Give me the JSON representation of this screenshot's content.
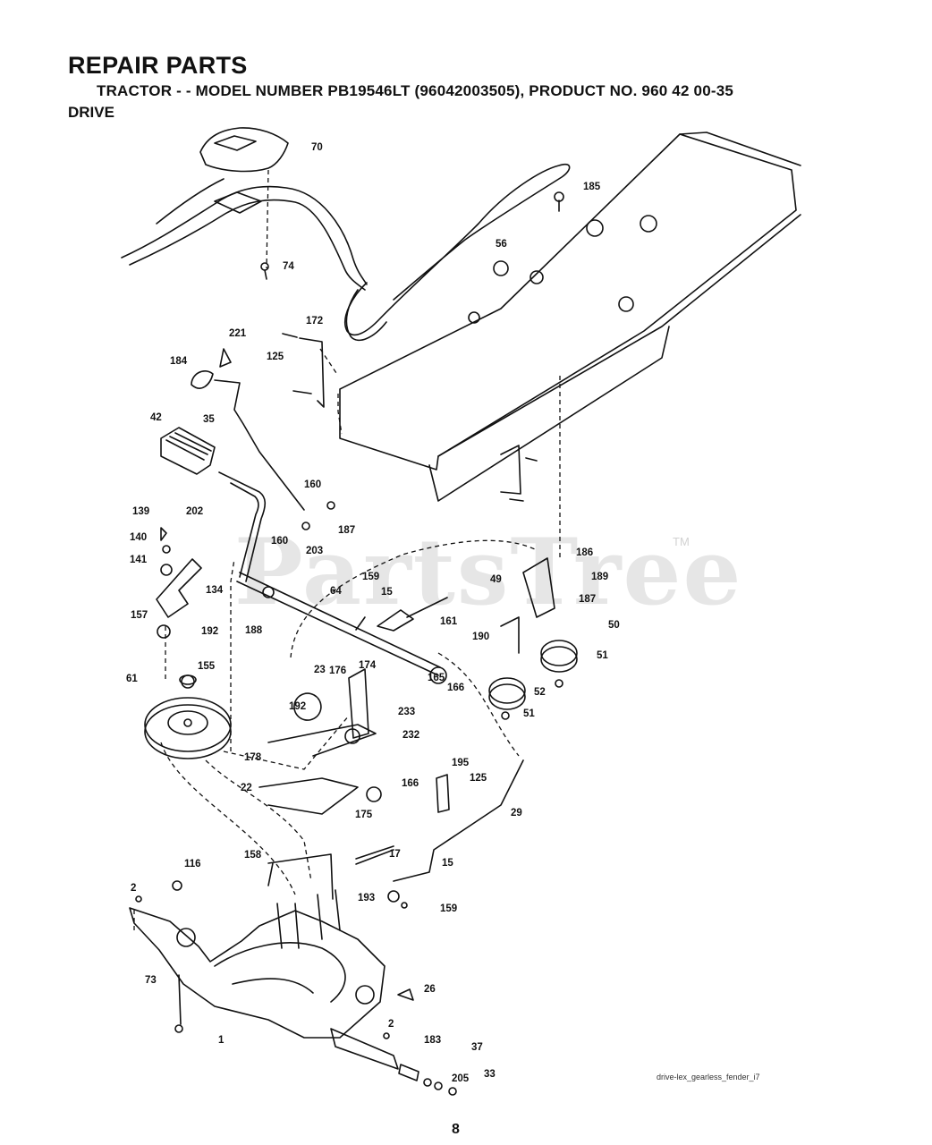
{
  "header": {
    "title": "REPAIR PARTS",
    "subtitle": "TRACTOR - - MODEL NUMBER PB19546LT (96042003505), PRODUCT NO. 960 42 00-35",
    "section": "DRIVE"
  },
  "watermark": {
    "text": "PartsTree",
    "tm": "TM"
  },
  "file_note": "drive-lex_gearless_fender_i7",
  "page_number": "8",
  "callouts": [
    "70",
    "56",
    "185",
    "74",
    "172",
    "221",
    "184",
    "125",
    "35",
    "42",
    "160",
    "139",
    "202",
    "187",
    "140",
    "203",
    "141",
    "134",
    "160",
    "186",
    "49",
    "189",
    "159",
    "15",
    "187",
    "64",
    "161",
    "188",
    "50",
    "157",
    "192",
    "190",
    "51",
    "155",
    "176",
    "23",
    "174",
    "165",
    "166",
    "52",
    "51",
    "61",
    "192",
    "233",
    "232",
    "178",
    "195",
    "166",
    "125",
    "22",
    "175",
    "29",
    "17",
    "158",
    "116",
    "15",
    "2",
    "193",
    "159",
    "73",
    "26",
    "2",
    "1",
    "183",
    "37",
    "205",
    "33"
  ],
  "colors": {
    "ink": "#111111",
    "watermark": "#e6e6e6"
  }
}
